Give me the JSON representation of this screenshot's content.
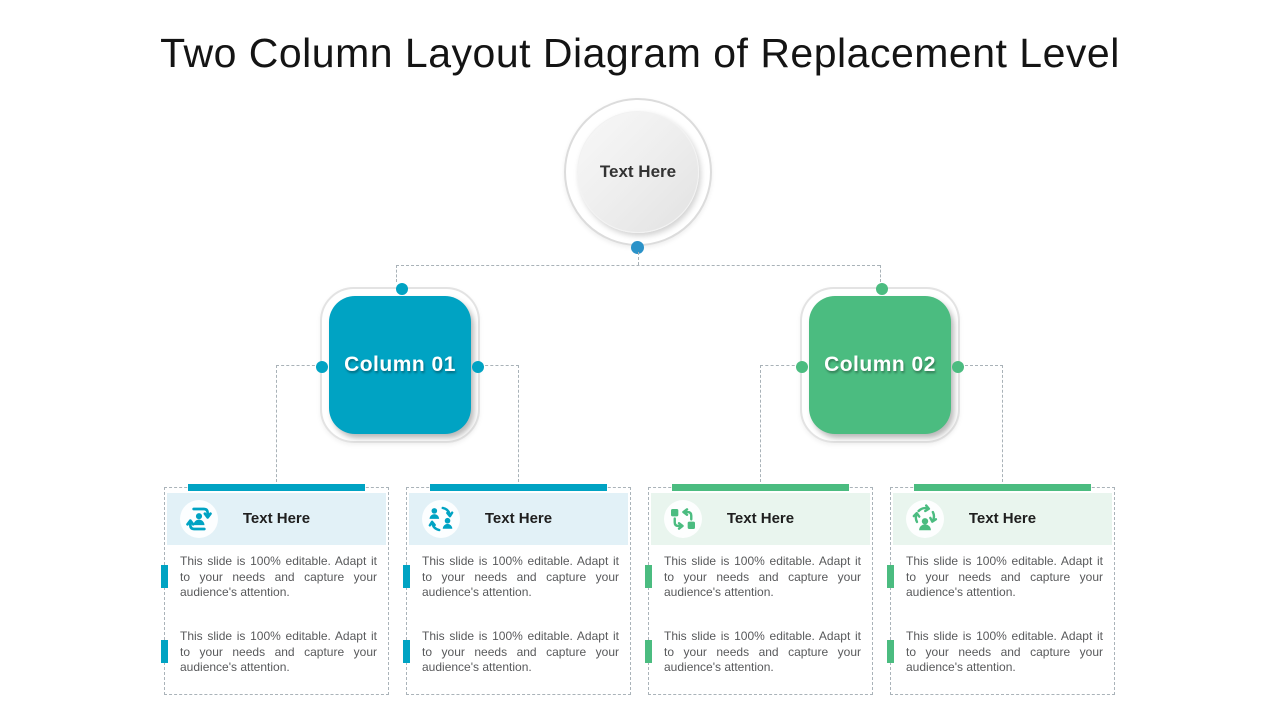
{
  "title": "Two Column Layout Diagram of Replacement Level",
  "root": {
    "label": "Text Here"
  },
  "columns": [
    {
      "label": "Column 01",
      "color": "#00A3C3"
    },
    {
      "label": "Column 02",
      "color": "#4BBC80"
    }
  ],
  "cards": [
    {
      "icon": "person-refresh-icon",
      "title": "Text Here",
      "accent": "#00A3C3",
      "paragraphs": [
        "This slide is 100% editable. Adapt it to your needs and capture your audience's attention.",
        "This slide is 100% editable. Adapt it to your needs and capture your audience's attention."
      ]
    },
    {
      "icon": "people-exchange-icon",
      "title": "Text Here",
      "accent": "#00A3C3",
      "paragraphs": [
        "This slide is 100% editable. Adapt it to your needs and capture your audience's attention.",
        "This slide is 100% editable. Adapt it to your needs and capture your audience's attention."
      ]
    },
    {
      "icon": "swap-squares-icon",
      "title": "Text Here",
      "accent": "#4BBC80",
      "paragraphs": [
        "This slide is 100% editable. Adapt it to your needs and capture your audience's attention.",
        "This slide is 100% editable. Adapt it to your needs and capture your audience's attention."
      ]
    },
    {
      "icon": "person-recycle-icon",
      "title": "Text Here",
      "accent": "#4BBC80",
      "paragraphs": [
        "This slide is 100% editable. Adapt it to your needs and capture your audience's attention.",
        "This slide is 100% editable. Adapt it to your needs and capture your audience's attention."
      ]
    }
  ],
  "colors": {
    "teal": "#00A3C3",
    "green": "#4BBC80",
    "root_dot_blue": "#2B92C8",
    "header_bg_teal": "#E2F1F7",
    "header_bg_green": "#E9F5EE",
    "body_text": "#58595B",
    "dashed_line": "#A9B2B8"
  }
}
